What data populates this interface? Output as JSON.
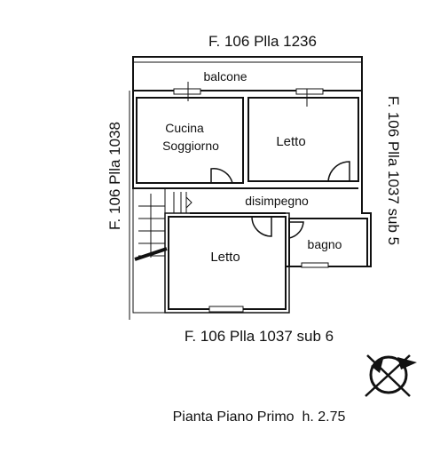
{
  "labels": {
    "parcel_north": "F. 106 Plla 1236",
    "parcel_west": "F. 106 Plla 1038",
    "parcel_east": "F. 106 Plla 1037 sub 5",
    "parcel_south": "F. 106 Plla 1037 sub 6"
  },
  "rooms": {
    "balcone": "balcone",
    "cucina_line1": "Cucina",
    "cucina_line2": "Soggiorno",
    "letto_upper": "Letto",
    "disimpegno": "disimpegno",
    "letto_lower": "Letto",
    "bagno": "bagno"
  },
  "caption": "Pianta Piano Primo  h. 2.75",
  "icons": {
    "compass": "north-arrow-icon"
  },
  "colors": {
    "line": "#111111",
    "background": "#ffffff"
  }
}
